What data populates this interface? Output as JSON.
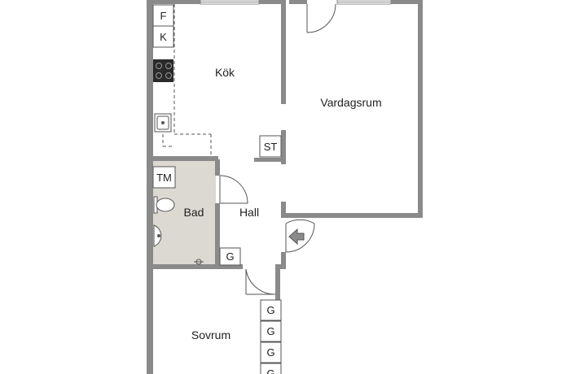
{
  "rooms": {
    "kok": "Kök",
    "vardagsrum": "Vardagsrum",
    "bad": "Bad",
    "hall": "Hall",
    "sovrum": "Sovrum"
  },
  "fixtures": {
    "freezer": "F",
    "fridge": "K",
    "storage": "ST",
    "washer": "TM",
    "hall_wardrobe": "G",
    "bedroom_wardrobes": [
      "G",
      "G",
      "G",
      "G"
    ]
  },
  "colors": {
    "wall": "#8a8a8a",
    "bathroom_floor": "#dcd8d2",
    "line": "#555555"
  }
}
